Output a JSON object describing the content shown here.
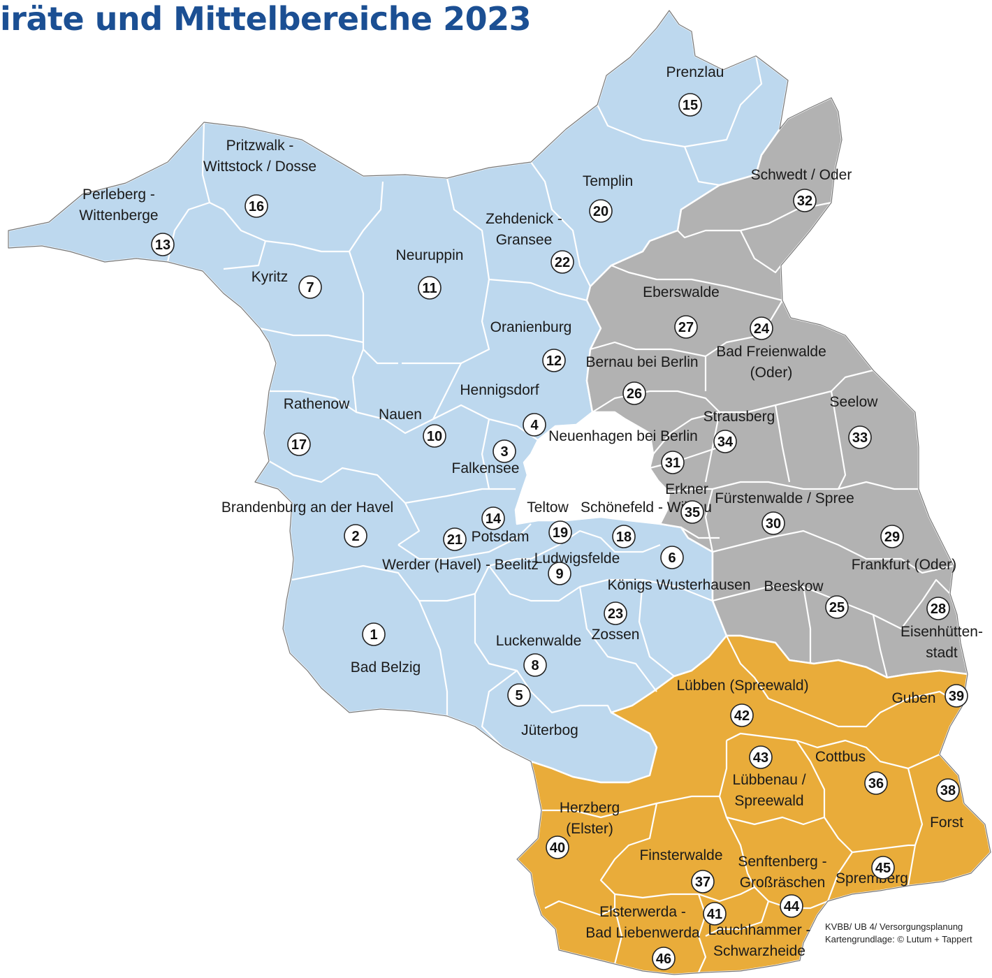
{
  "title": "iräte und Mittelbereiche 2023",
  "credit": {
    "line1": "KVBB/ UB 4/ Versorgungsplanung",
    "line2": "Kartengrundlage: © Lutum + Tappert"
  },
  "colors": {
    "blue": "#bdd8ee",
    "gray": "#b2b2b2",
    "orange": "#e9ac3a",
    "title": "#1b4f93"
  },
  "labels": [
    {
      "id": "l-prenzlau",
      "lines": [
        "Prenzlau"
      ]
    },
    {
      "id": "l-pritzwalk",
      "lines": [
        "Pritzwalk -",
        "Wittstock / Dosse"
      ]
    },
    {
      "id": "l-perleberg",
      "lines": [
        "Perleberg -",
        "Wittenberge"
      ]
    },
    {
      "id": "l-templin",
      "lines": [
        "Templin"
      ]
    },
    {
      "id": "l-schwedt",
      "lines": [
        "Schwedt / Oder"
      ]
    },
    {
      "id": "l-zehdenick",
      "lines": [
        "Zehdenick -",
        "Gransee"
      ]
    },
    {
      "id": "l-neuruppin",
      "lines": [
        "Neuruppin"
      ]
    },
    {
      "id": "l-kyritz",
      "lines": [
        "Kyritz"
      ]
    },
    {
      "id": "l-eberswalde",
      "lines": [
        "Eberswalde"
      ]
    },
    {
      "id": "l-oranienburg",
      "lines": [
        "Oranienburg"
      ]
    },
    {
      "id": "l-badfreienwalde",
      "lines": [
        "Bad Freienwalde",
        "(Oder)"
      ]
    },
    {
      "id": "l-bernau",
      "lines": [
        "Bernau bei Berlin"
      ]
    },
    {
      "id": "l-hennigsdorf",
      "lines": [
        "Hennigsdorf"
      ]
    },
    {
      "id": "l-rathenow",
      "lines": [
        "Rathenow"
      ]
    },
    {
      "id": "l-seelow",
      "lines": [
        "Seelow"
      ]
    },
    {
      "id": "l-nauen",
      "lines": [
        "Nauen"
      ]
    },
    {
      "id": "l-strausberg",
      "lines": [
        "Strausberg"
      ]
    },
    {
      "id": "l-neuenhagen",
      "lines": [
        "Neuenhagen bei Berlin"
      ]
    },
    {
      "id": "l-falkensee",
      "lines": [
        "Falkensee"
      ]
    },
    {
      "id": "l-erkner",
      "lines": [
        "Erkner"
      ]
    },
    {
      "id": "l-brandenburg",
      "lines": [
        "Brandenburg an der Havel"
      ]
    },
    {
      "id": "l-teltow",
      "lines": [
        "Teltow"
      ]
    },
    {
      "id": "l-schoenefeld",
      "lines": [
        "Schönefeld - Wildau"
      ]
    },
    {
      "id": "l-fuerstenwalde",
      "lines": [
        "Fürstenwalde / Spree"
      ]
    },
    {
      "id": "l-potsdam",
      "lines": [
        "Potsdam"
      ]
    },
    {
      "id": "l-ludwigsfelde",
      "lines": [
        "Ludwigsfelde"
      ]
    },
    {
      "id": "l-werder",
      "lines": [
        "Werder (Havel) - Beelitz"
      ]
    },
    {
      "id": "l-frankfurt",
      "lines": [
        "Frankfurt (Oder)"
      ]
    },
    {
      "id": "l-koenigswust",
      "lines": [
        "Königs Wusterhausen"
      ]
    },
    {
      "id": "l-beeskow",
      "lines": [
        "Beeskow"
      ]
    },
    {
      "id": "l-eisenhuetten",
      "lines": [
        "Eisenhütten-",
        "stadt"
      ]
    },
    {
      "id": "l-zossen",
      "lines": [
        "Zossen"
      ]
    },
    {
      "id": "l-luckenwalde",
      "lines": [
        "Luckenwalde"
      ]
    },
    {
      "id": "l-badbelzig",
      "lines": [
        "Bad Belzig"
      ]
    },
    {
      "id": "l-luebben",
      "lines": [
        "Lübben (Spreewald)"
      ]
    },
    {
      "id": "l-guben",
      "lines": [
        "Guben"
      ]
    },
    {
      "id": "l-jueterbog",
      "lines": [
        "Jüterbog"
      ]
    },
    {
      "id": "l-cottbus",
      "lines": [
        "Cottbus"
      ]
    },
    {
      "id": "l-luebbenau",
      "lines": [
        "Lübbenau /",
        "Spreewald"
      ]
    },
    {
      "id": "l-herzberg",
      "lines": [
        "Herzberg",
        "(Elster)"
      ]
    },
    {
      "id": "l-forst",
      "lines": [
        "Forst"
      ]
    },
    {
      "id": "l-finsterwalde",
      "lines": [
        "Finsterwalde"
      ]
    },
    {
      "id": "l-senftenberg",
      "lines": [
        "Senftenberg -",
        "Großräschen"
      ]
    },
    {
      "id": "l-spremberg",
      "lines": [
        "Spremberg"
      ]
    },
    {
      "id": "l-elsterwerda",
      "lines": [
        "Elsterwerda -",
        "Bad Liebenwerda"
      ]
    },
    {
      "id": "l-lauchhammer",
      "lines": [
        "Lauchhammer -",
        "Schwarzheide"
      ]
    }
  ],
  "markers": [
    "1",
    "2",
    "3",
    "4",
    "5",
    "6",
    "7",
    "8",
    "9",
    "10",
    "11",
    "12",
    "13",
    "14",
    "15",
    "16",
    "17",
    "18",
    "19",
    "20",
    "21",
    "22",
    "23",
    "24",
    "25",
    "26",
    "27",
    "28",
    "29",
    "30",
    "31",
    "32",
    "33",
    "34",
    "35",
    "36",
    "37",
    "38",
    "39",
    "40",
    "41",
    "42",
    "43",
    "44",
    "45",
    "46"
  ]
}
